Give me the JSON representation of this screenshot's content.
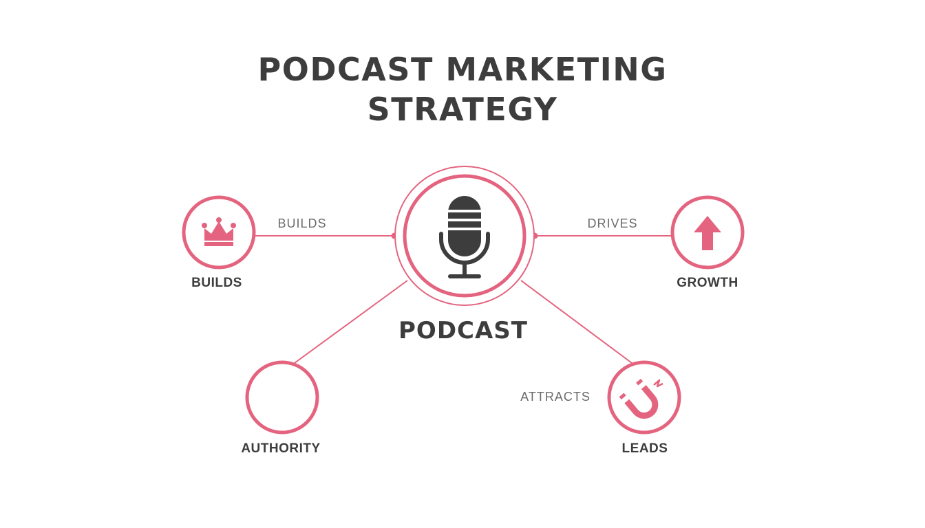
{
  "title": {
    "line1": "PODCAST MARKETING",
    "line2": "STRATEGY"
  },
  "colors": {
    "accent": "#e4647f",
    "text": "#3d3d3d",
    "muted_text": "#6b6b6b",
    "background": "#ffffff"
  },
  "center": {
    "label": "PODCAST",
    "icon": "microphone-icon"
  },
  "nodes": {
    "builds": {
      "label": "BUILDS",
      "icon": "crown-icon"
    },
    "growth": {
      "label": "GROWTH",
      "icon": "arrow-up-icon"
    },
    "authority": {
      "label": "AUTHORITY",
      "icon": ""
    },
    "leads": {
      "label": "LEADS",
      "icon": "magnet-icon"
    }
  },
  "edges": {
    "builds": {
      "label": "BUILDS"
    },
    "drives": {
      "label": "DRIVES"
    },
    "attracts": {
      "label": "ATTRACTS"
    }
  }
}
